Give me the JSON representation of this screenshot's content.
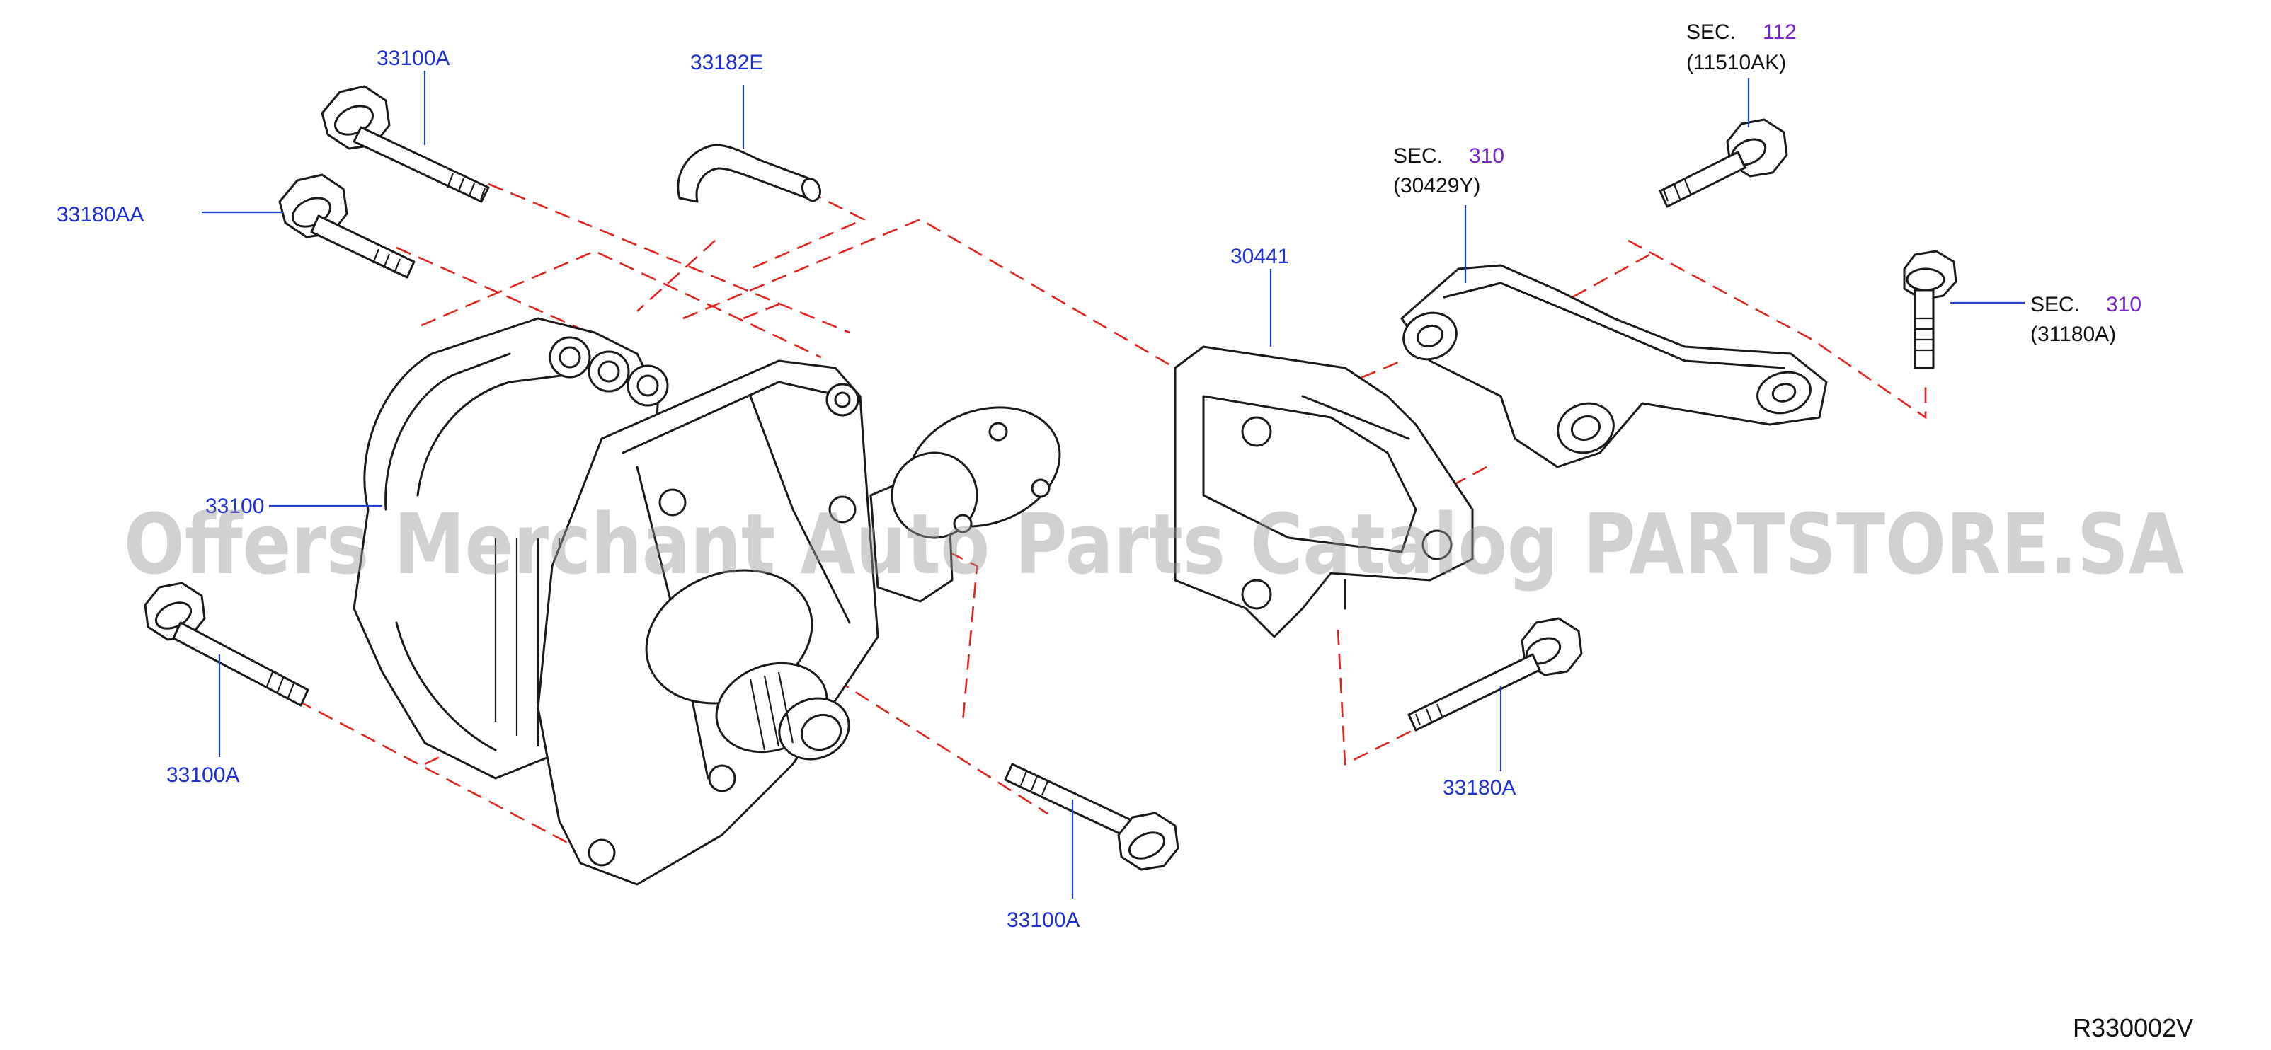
{
  "labels": {
    "p33100A_top": "33100A",
    "p33182E": "33182E",
    "p33180AA": "33180AA",
    "p33100": "33100",
    "p33100A_left": "33100A",
    "p33100A_bottom": "33100A",
    "p30441": "30441",
    "p33180A": "33180A"
  },
  "sections": {
    "sec112": {
      "prefix": "SEC.",
      "number": "112",
      "part": "(11510AK)"
    },
    "sec310_arm": {
      "prefix": "SEC.",
      "number": "310",
      "part": "(30429Y)"
    },
    "sec310_bolt": {
      "prefix": "SEC.",
      "number": "310",
      "part": "(31180A)"
    }
  },
  "watermark": "Offers Merchant Auto Parts Catalog PARTSTORE.SA",
  "diagram_ref": "R330002V",
  "colors": {
    "part_number": "#1f2fd6",
    "section_number": "#7a1fd6",
    "leader_line": "#1f3fd1",
    "dashed_assembly_line": "#e0241f",
    "outline": "#1a1a1a"
  }
}
